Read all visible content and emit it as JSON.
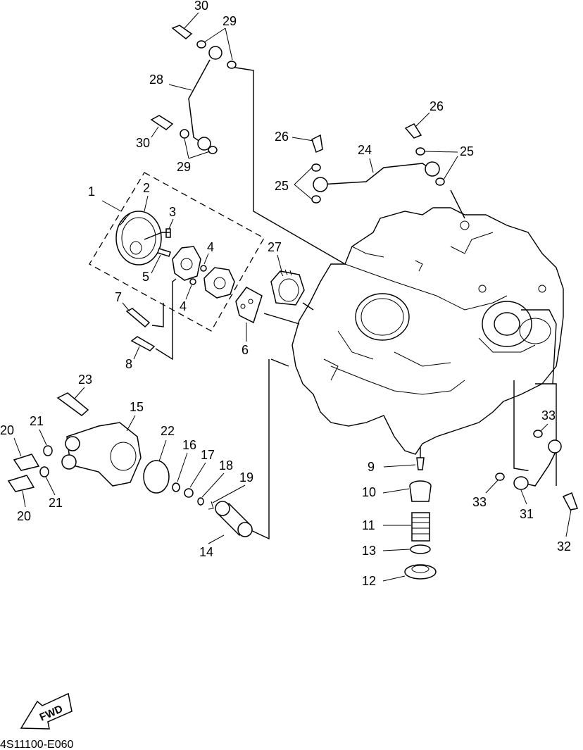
{
  "diagram": {
    "code": "4S11100-E060",
    "fwd_label": "FWD",
    "callouts": [
      "30",
      "29",
      "28",
      "30",
      "29",
      "26",
      "26",
      "24",
      "25",
      "25",
      "1",
      "2",
      "3",
      "4",
      "5",
      "4",
      "27",
      "7",
      "6",
      "8",
      "23",
      "15",
      "20",
      "21",
      "22",
      "16",
      "17",
      "18",
      "19",
      "20",
      "21",
      "14",
      "9",
      "10",
      "11",
      "13",
      "12",
      "33",
      "33",
      "31",
      "32"
    ]
  }
}
